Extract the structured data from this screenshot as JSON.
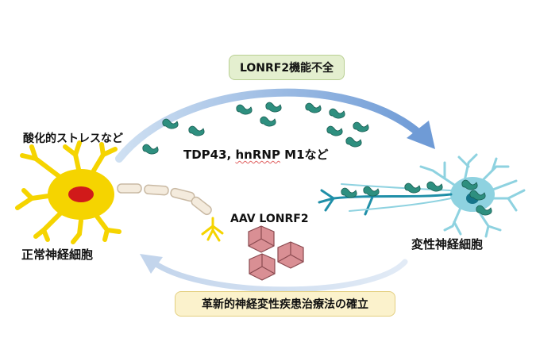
{
  "top_box": {
    "text": "LONRF2機能不全",
    "color": "#e4efcf"
  },
  "bottom_box": {
    "text": "革新的神経変性疾患治療法の確立",
    "color": "#fbf2cc"
  },
  "labels": {
    "oxidative_stress": "酸化的ストレスなど",
    "aggregates_prefix": "TDP43, ",
    "aggregates_underlined": "hnRNP",
    "aggregates_suffix": " M1など",
    "aav": "AAV LONRF2",
    "normal_neuron": "正常神経細胞",
    "degenerated_neuron": "変性神経細胞"
  },
  "colors": {
    "neuron_yellow": "#f5d400",
    "nucleus_red": "#d11a1a",
    "degen_neuron": "#8ed2e0",
    "degen_axon": "#1f8fa8",
    "aggregate": "#2e8f7f",
    "virus": "#d98f94",
    "arrow_top": "#7fa8d8",
    "arrow_bottom": "#b9cde8"
  }
}
